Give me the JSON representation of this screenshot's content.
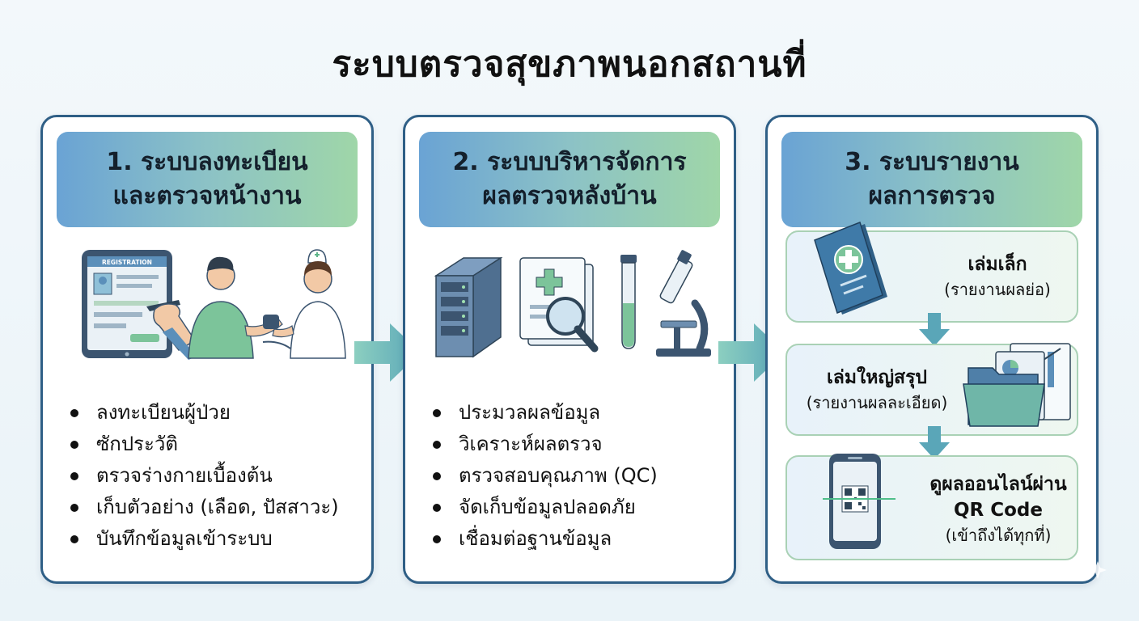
{
  "title": "ระบบตรวจสุขภาพนอกสถานที่",
  "panels": [
    {
      "heading_line1": "1. ระบบลงทะเบียน",
      "heading_line2": "และตรวจหน้างาน",
      "illustration": {
        "tablet_label": "REGISTRATION",
        "icons": [
          "registration-tablet-icon",
          "patient-blood-pressure-icon",
          "nurse-icon"
        ]
      },
      "bullets": [
        "ลงทะเบียนผู้ป่วย",
        "ซักประวัติ",
        "ตรวจร่างกายเบื้องต้น",
        "เก็บตัวอย่าง (เลือด, ปัสสาวะ)",
        "บันทึกข้อมูลเข้าระบบ"
      ]
    },
    {
      "heading_line1": "2. ระบบบริหารจัดการ",
      "heading_line2": "ผลตรวจหลังบ้าน",
      "illustration": {
        "icons": [
          "server-icon",
          "document-search-icon",
          "test-tube-icon",
          "microscope-icon"
        ]
      },
      "bullets": [
        "ประมวลผลข้อมูล",
        "วิเคราะห์ผลตรวจ",
        "ตรวจสอบคุณภาพ (QC)",
        "จัดเก็บข้อมูลปลอดภัย",
        "เชื่อมต่อฐานข้อมูล"
      ]
    },
    {
      "heading_line1": "3. ระบบรายงาน",
      "heading_line2": "ผลการตรวจ",
      "reports": [
        {
          "title": "เล่มเล็ก",
          "subtitle": "(รายงานผลย่อ)",
          "icon": "medical-booklet-icon"
        },
        {
          "title": "เล่มใหญ่สรุป",
          "subtitle": "(รายงานผลละเอียด)",
          "icon": "report-folder-icon"
        },
        {
          "title": "ดูผลออนไลน์ผ่าน",
          "title2": "QR Code",
          "subtitle": "(เข้าถึงได้ทุกที่)",
          "icon": "smartphone-qr-icon"
        }
      ]
    }
  ],
  "colors": {
    "panel_border": "#2f5f86",
    "heading_gradient_start": "#6aa3d4",
    "heading_gradient_end": "#9fd6a8",
    "arrow": "#5fb5a8"
  }
}
